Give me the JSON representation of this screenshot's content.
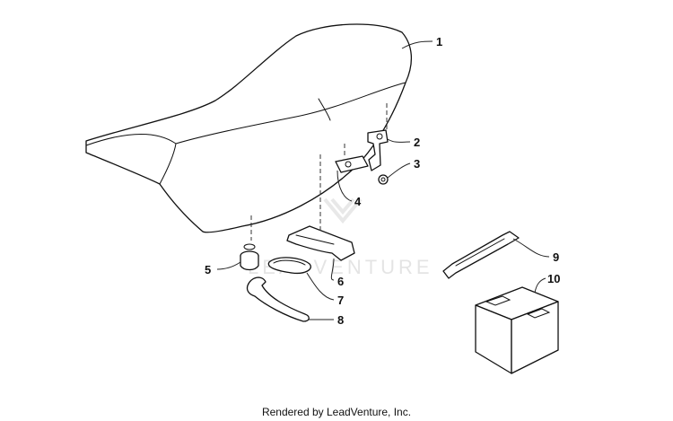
{
  "callouts": {
    "c1": "1",
    "c2": "2",
    "c3": "3",
    "c4": "4",
    "c5": "5",
    "c6": "6",
    "c7": "7",
    "c8": "8",
    "c9": "9",
    "c10": "10"
  },
  "watermark": "LEADVENTURE",
  "footer_text": "Rendered by LeadVenture, Inc."
}
